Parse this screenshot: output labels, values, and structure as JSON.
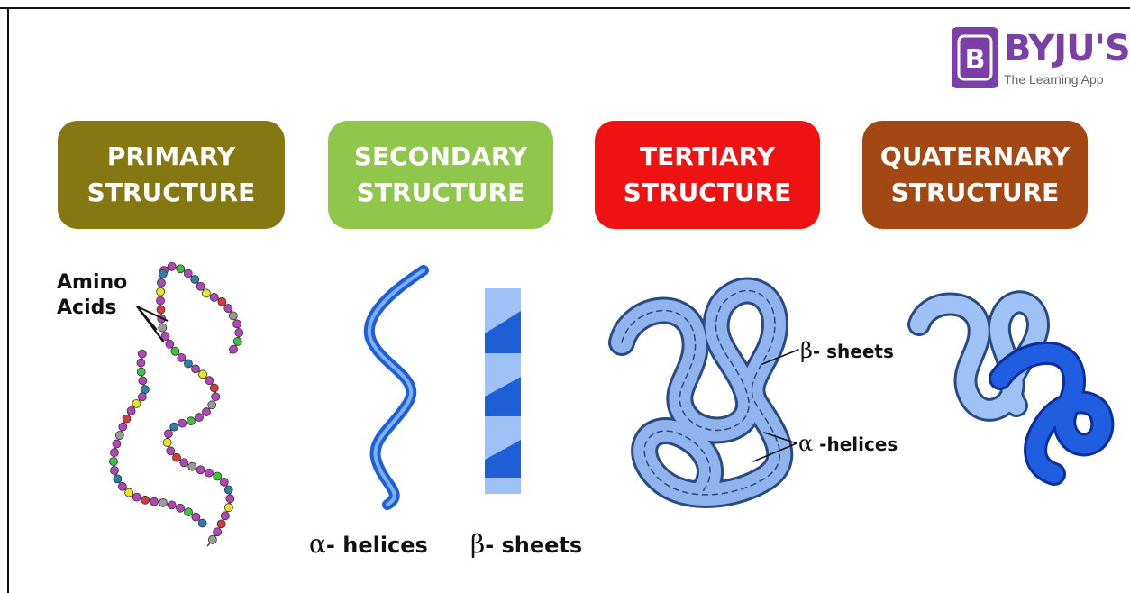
{
  "logo": {
    "name": "BYJU'S",
    "tagline": "The Learning App",
    "mark": "B"
  },
  "headers": [
    {
      "text": "PRIMARY\nSTRUCTURE",
      "color": "#857712"
    },
    {
      "text": "SECONDARY\nSTRUCTURE",
      "color": "#8fc64b"
    },
    {
      "text": "TERTIARY\nSTRUCTURE",
      "color": "#ee1212"
    },
    {
      "text": "QUATERNARY\nSTRUCTURE",
      "color": "#a34713"
    }
  ],
  "labels": {
    "amino_acids": "Amino\nAcids",
    "alpha_symbol": "α",
    "beta_symbol": "β",
    "alpha_helices": "- helices",
    "beta_sheets": "- sheets",
    "alpha_helices_tertiary": " -helices",
    "beta_sheets_tertiary": "- sheets"
  },
  "icons": {
    "primary": "amino-acid-chain-icon",
    "alpha_helix": "alpha-helix-ribbon-icon",
    "beta_sheet": "beta-sheet-zigzag-icon",
    "tertiary": "folded-protein-icon",
    "quaternary": "protein-complex-icon"
  }
}
